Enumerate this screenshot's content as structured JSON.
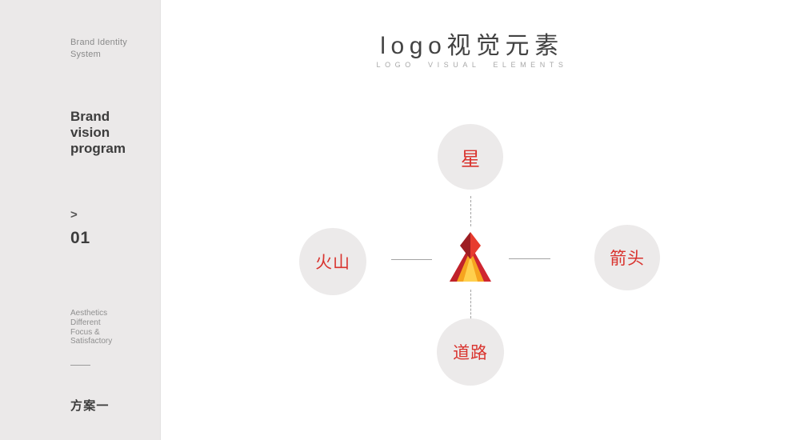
{
  "sidebar": {
    "brand_identity_lines": [
      "Brand Identity",
      "System"
    ],
    "vision_lines": [
      "Brand",
      "vision",
      "program"
    ],
    "chevron": ">",
    "number": "01",
    "aesthetics_lines": [
      "Aesthetics",
      "Different",
      "Focus &",
      "Satisfactory"
    ],
    "plan_label": "方案一"
  },
  "header": {
    "title": "logo视觉元素",
    "subtitle": "LOGO VISUAL ELEMENTS"
  },
  "diagram": {
    "center": "brand-logo-mark",
    "nodes": [
      {
        "id": "top",
        "label": "星"
      },
      {
        "id": "left",
        "label": "火山"
      },
      {
        "id": "right",
        "label": "箭头"
      },
      {
        "id": "bottom",
        "label": "道路"
      }
    ]
  },
  "colors": {
    "sidebar_bg": "#ebe9e9",
    "circle_bg": "#eceaea",
    "accent_red": "#d9342f",
    "title_text": "#434343",
    "muted_text": "#8f8f8f",
    "logo_dark_red": "#9d1d22",
    "logo_bright_red": "#e73b2e",
    "logo_red": "#cf2630",
    "logo_gold": "#f6a41f",
    "logo_gold_light": "#ffd04e"
  }
}
